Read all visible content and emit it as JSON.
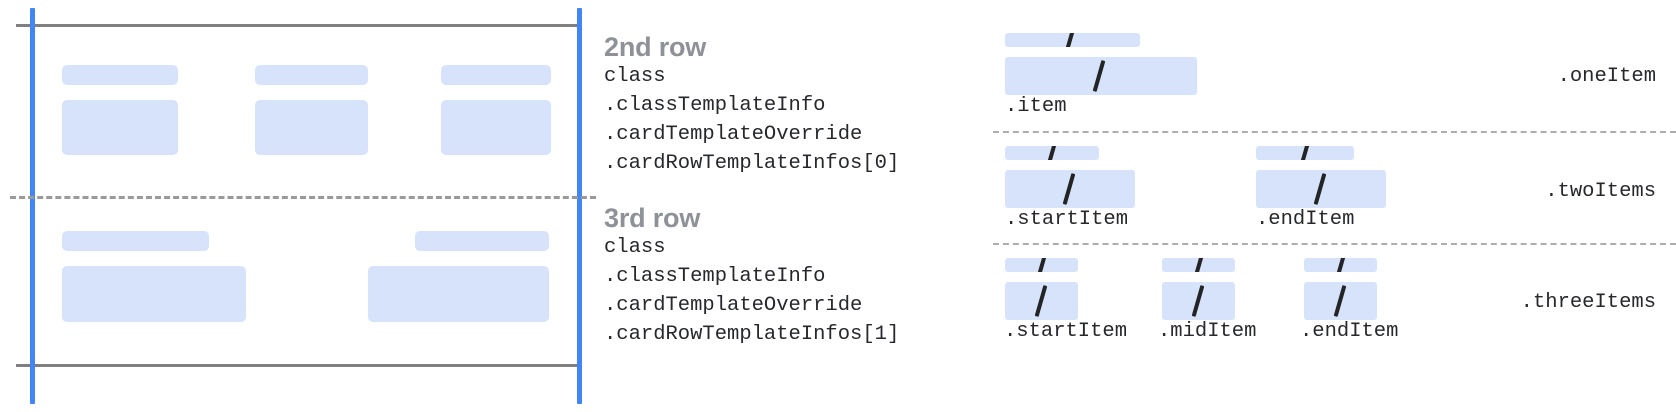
{
  "colors": {
    "block_fill": "#d7e3fb",
    "guide_blue": "#4285f4",
    "rule_gray": "#808080",
    "dash_gray": "#9a9a9a",
    "title_gray": "#8e9198",
    "code_ink": "#26282b",
    "slash_ink": "#222426"
  },
  "left_diagram": {
    "rows": [
      {
        "name": "second-row-cells",
        "cells": 3
      },
      {
        "name": "third-row-cells",
        "cells": 2
      }
    ]
  },
  "middle": {
    "sections": [
      {
        "title": "2nd row",
        "code": [
          "class",
          ".classTemplateInfo",
          ".cardTemplateOverride",
          ".cardRowTemplateInfos[0]"
        ]
      },
      {
        "title": "3rd row",
        "code": [
          "class",
          ".classTemplateInfo",
          ".cardTemplateOverride",
          ".cardRowTemplateInfos[1]"
        ]
      }
    ]
  },
  "right_diagram": {
    "sections": [
      {
        "group_label": ".oneItem",
        "items": [
          {
            "label": ".item"
          }
        ]
      },
      {
        "group_label": ".twoItems",
        "items": [
          {
            "label": ".startItem"
          },
          {
            "label": ".endItem"
          }
        ]
      },
      {
        "group_label": ".threeItems",
        "items": [
          {
            "label": ".startItem"
          },
          {
            "label": ".midItem"
          },
          {
            "label": ".endItem"
          }
        ]
      }
    ]
  }
}
